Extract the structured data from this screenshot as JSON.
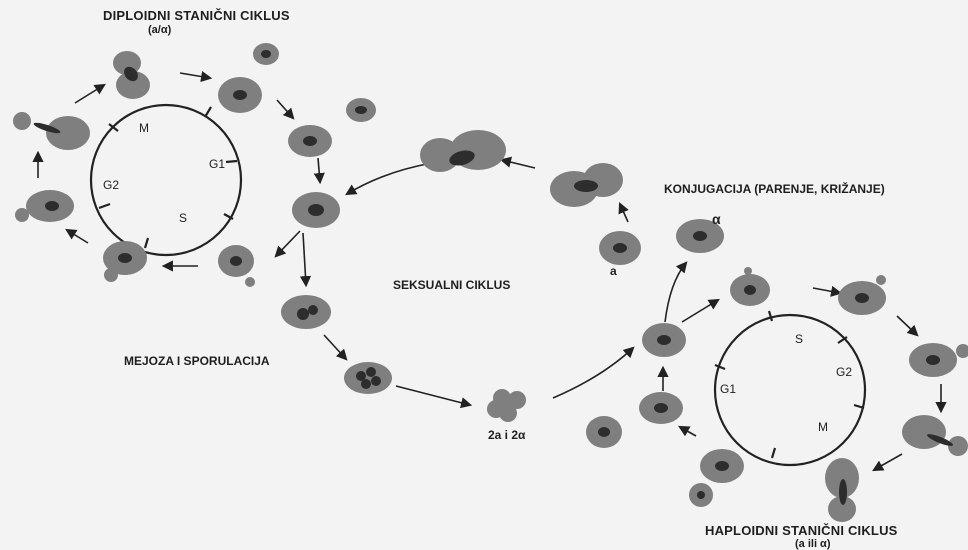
{
  "diploid": {
    "title": "DIPLOIDNI STANIČNI CIKLUS",
    "subtitle": "(a/α)",
    "phases": {
      "m": "M",
      "g1": "G1",
      "g2": "G2",
      "s": "S"
    }
  },
  "haploid": {
    "title": "HAPLOIDNI STANIČNI CIKLUS",
    "subtitle": "(a ili α)",
    "phases": {
      "s": "S",
      "g2": "G2",
      "g1": "G1",
      "m": "M"
    }
  },
  "sexual_cycle": "SEKSUALNI CIKLUS",
  "meiosis": "MEJOZA I SPORULACIJA",
  "spores": "2a i 2α",
  "conjugation": "KONJUGACIJA (PARENJE, KRIŽANJE)",
  "mating_type_a": "a",
  "mating_type_alpha": "α",
  "colors": {
    "cell": "#7f7f7f",
    "nucleus": "#2d2d2d",
    "line": "#222222",
    "background": "#f3f3f3"
  }
}
